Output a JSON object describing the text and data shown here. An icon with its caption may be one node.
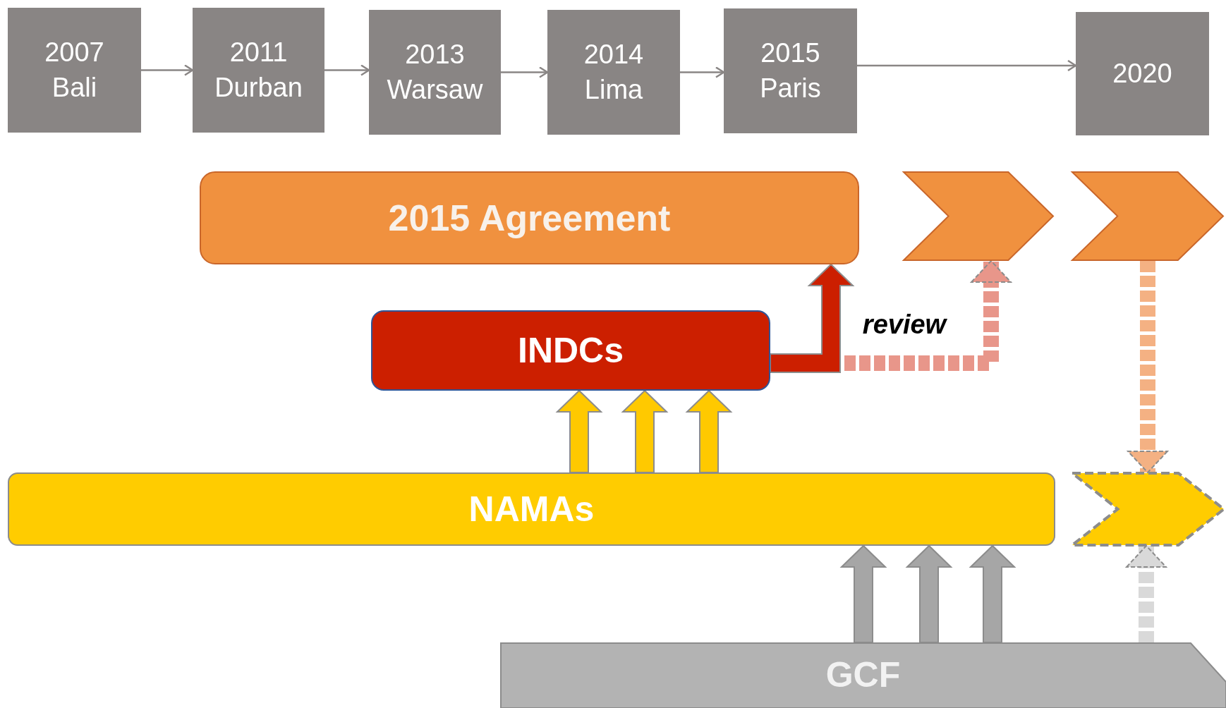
{
  "diagram": {
    "nodes": [
      {
        "text": [
          "2007",
          "Bali"
        ]
      },
      {
        "text": [
          "2011",
          "Durban"
        ]
      },
      {
        "text": [
          "2013",
          "Warsaw"
        ]
      },
      {
        "text": [
          "2014",
          "Lima"
        ]
      },
      {
        "text": [
          "2015",
          "Paris"
        ]
      },
      {
        "text": [
          "2020"
        ]
      },
      {
        "text": [
          "2015 Agreement"
        ]
      },
      {
        "text": [],
        "shape": "chevron"
      },
      {
        "text": [],
        "shape": "chevron"
      },
      {
        "text": [
          "INDCs"
        ]
      },
      {
        "text": [
          "NAMAs"
        ]
      },
      {
        "text": [],
        "shape": "chevron"
      },
      {
        "text": [
          "GCF"
        ]
      }
    ],
    "edges": [
      {
        "from": 0,
        "to": 1,
        "arrow": "to"
      },
      {
        "from": 1,
        "to": 2,
        "arrow": "to"
      },
      {
        "from": 2,
        "to": 3,
        "arrow": "to"
      },
      {
        "from": 3,
        "to": 4,
        "arrow": "to"
      },
      {
        "from": 4,
        "to": 5,
        "arrow": "to"
      },
      {
        "from": 9,
        "to": 7,
        "arrow": "to",
        "label": "review",
        "style": "dashed",
        "color": "#e8968a"
      },
      {
        "from": 9,
        "to": 6,
        "arrow": "to",
        "style": "thick",
        "color": "#cc1f00"
      },
      {
        "from": 8,
        "to": 11,
        "arrow": "to",
        "style": "dashed",
        "color": "#f4b183"
      },
      {
        "from": 10,
        "to": 9,
        "arrow": "to",
        "style": "thick",
        "color": "#ffc900"
      },
      {
        "from": 10,
        "to": 9,
        "arrow": "to",
        "style": "thick",
        "color": "#ffc900"
      },
      {
        "from": 10,
        "to": 9,
        "arrow": "to",
        "style": "thick",
        "color": "#ffc900"
      },
      {
        "from": 12,
        "to": 10,
        "arrow": "to",
        "style": "thick",
        "color": "#a6a6a6"
      },
      {
        "from": 12,
        "to": 10,
        "arrow": "to",
        "style": "thick",
        "color": "#a6a6a6"
      },
      {
        "from": 12,
        "to": 10,
        "arrow": "to",
        "style": "thick",
        "color": "#a6a6a6"
      },
      {
        "from": 12,
        "to": 11,
        "arrow": "to",
        "style": "dashed",
        "color": "#d9d9d9"
      }
    ]
  }
}
